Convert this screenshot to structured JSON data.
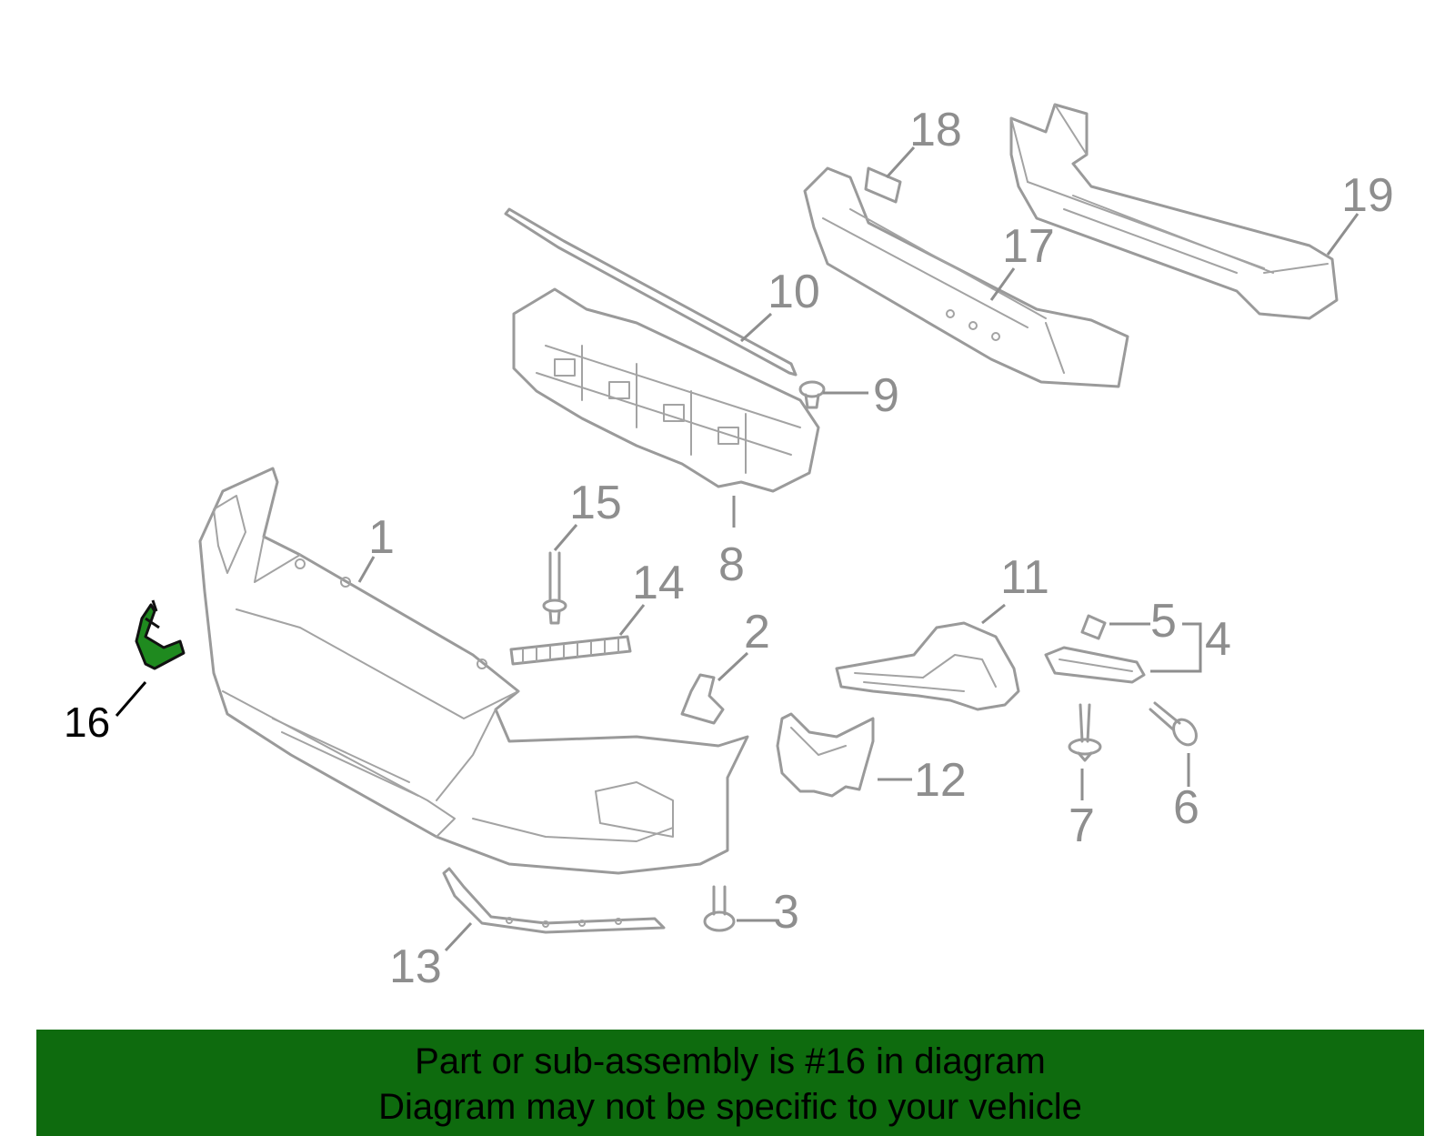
{
  "diagram": {
    "highlighted_part": "16",
    "highlight_color": "#1f8a1f",
    "callouts": {
      "c1": "1",
      "c2": "2",
      "c3": "3",
      "c4": "4",
      "c5": "5",
      "c6": "6",
      "c7": "7",
      "c8": "8",
      "c9": "9",
      "c10": "10",
      "c11": "11",
      "c12": "12",
      "c13": "13",
      "c14": "14",
      "c15": "15",
      "c16": "16",
      "c17": "17",
      "c18": "18",
      "c19": "19"
    }
  },
  "banner": {
    "line1": "Part or sub-assembly is #16 in diagram",
    "line2": "Diagram may not be specific to your vehicle",
    "background": "#0e6b0e"
  }
}
